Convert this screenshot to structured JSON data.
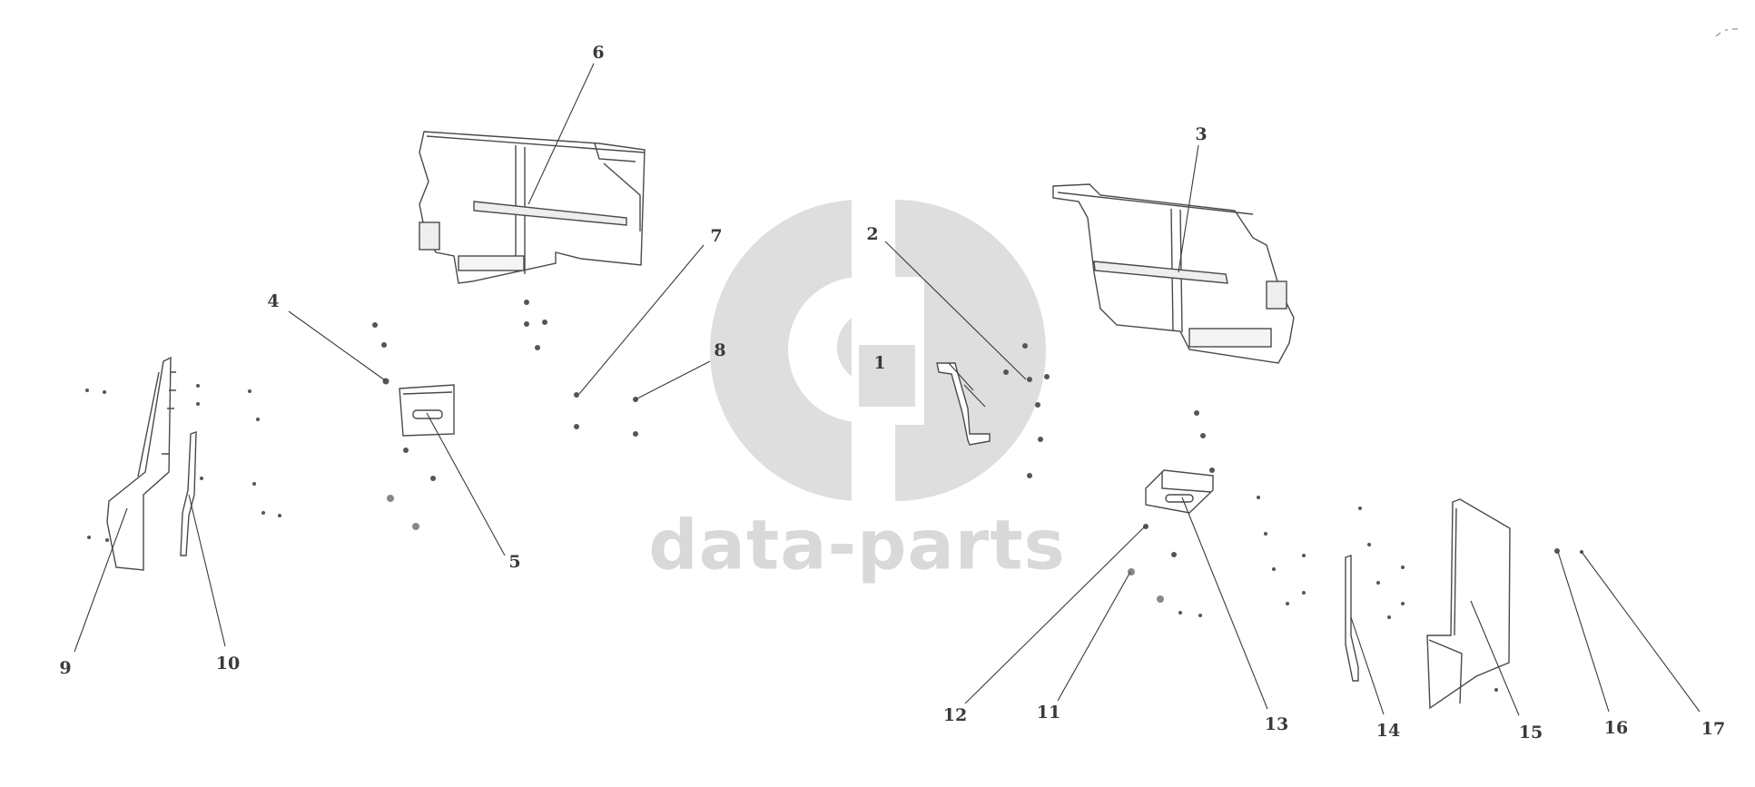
{
  "watermark": {
    "text": "data-parts",
    "logo": "gd-monogram-logo",
    "color": "#d9d9d9"
  },
  "line_color": "#3a3a3a",
  "callouts": {
    "c1": "1",
    "c2": "2",
    "c3": "3",
    "c4": "4",
    "c5": "5",
    "c6": "6",
    "c7": "7",
    "c8": "8",
    "c9": "9",
    "c10": "10",
    "c11": "11",
    "c12": "12",
    "c13": "13",
    "c14": "14",
    "c15": "15",
    "c16": "16",
    "c17": "17"
  }
}
